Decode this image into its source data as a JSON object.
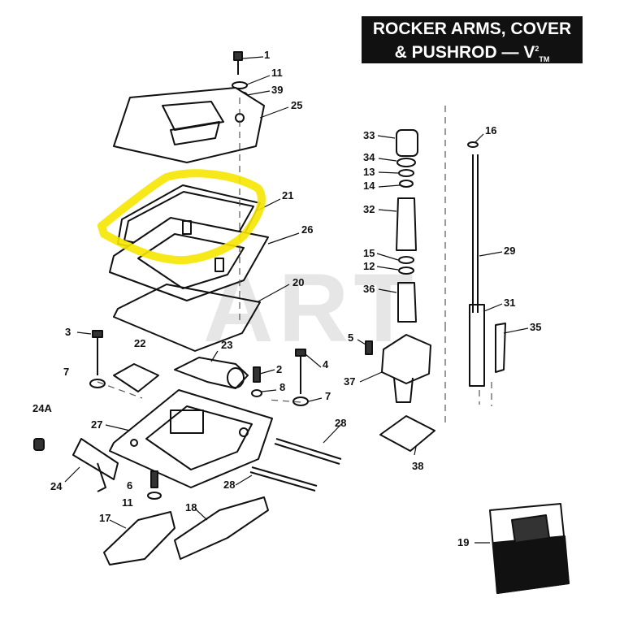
{
  "title": {
    "line1": "ROCKER ARMS, COVER",
    "line2": "& PUSHROD — V",
    "superscript": "2",
    "subscript": "TM"
  },
  "watermark": "ART",
  "highlight_color": "#f5e600",
  "callouts": {
    "c1": "1",
    "c11a": "11",
    "c39": "39",
    "c25": "25",
    "c21": "21",
    "c26": "26",
    "c20": "20",
    "c3": "3",
    "c22": "22",
    "c23": "23",
    "c2": "2",
    "c8": "8",
    "c4": "4",
    "c7a": "7",
    "c7b": "7",
    "c24a": "24A",
    "c27": "27",
    "c24": "24",
    "c6": "6",
    "c11b": "11",
    "c28a": "28",
    "c28b": "28",
    "c17": "17",
    "c18": "18",
    "c33": "33",
    "c34": "34",
    "c13": "13",
    "c14": "14",
    "c32": "32",
    "c15": "15",
    "c12": "12",
    "c36": "36",
    "c5": "5",
    "c37": "37",
    "c38": "38",
    "c16": "16",
    "c29": "29",
    "c31": "31",
    "c35": "35",
    "c19": "19"
  }
}
